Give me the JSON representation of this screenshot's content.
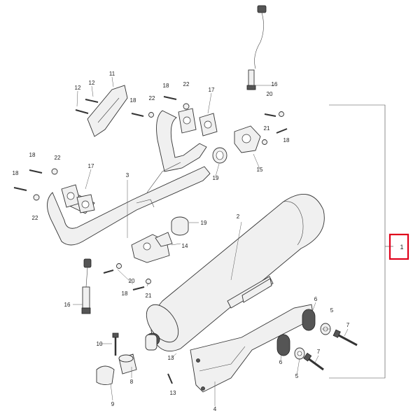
{
  "diagram": {
    "callouts": {
      "c1": "1",
      "c2": "2",
      "c3": "3",
      "c4": "4",
      "c5a": "5",
      "c5b": "5",
      "c6a": "6",
      "c6b": "6",
      "c7a": "7",
      "c7b": "7",
      "c8": "8",
      "c9": "9",
      "c10": "10",
      "c11": "11",
      "c12a": "12",
      "c12b": "12",
      "c13a": "13",
      "c13b": "13",
      "c14": "14",
      "c15": "15",
      "c16a": "16",
      "c16b": "16",
      "c17a": "17",
      "c17b": "17",
      "c18a": "18",
      "c18b": "18",
      "c18c": "18",
      "c18d": "18",
      "c18e": "18",
      "c18f": "18",
      "c19a": "19",
      "c19b": "19",
      "c20a": "20",
      "c20b": "20",
      "c21a": "21",
      "c21b": "21",
      "c22a": "22",
      "c22b": "22",
      "c22c": "22",
      "c22d": "22"
    },
    "highlight_color": "#e0001b"
  }
}
